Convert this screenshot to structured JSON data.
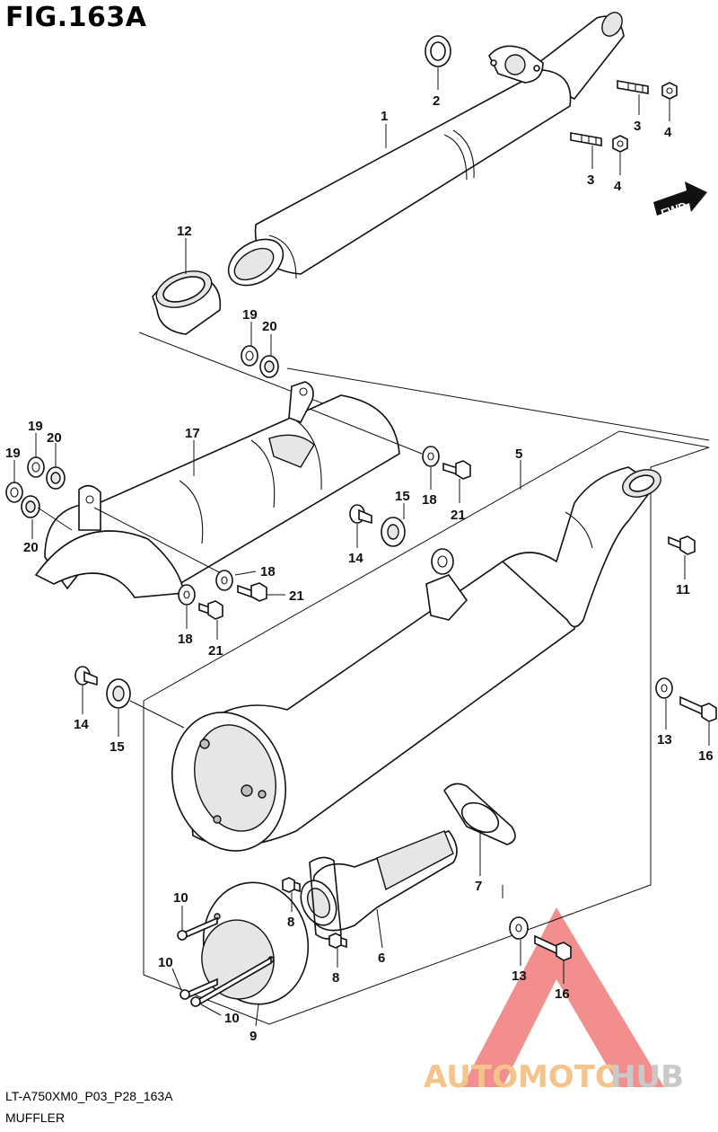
{
  "figure": {
    "title": "FIG.163A",
    "code": "LT-A750XM0_P03_P28_163A",
    "caption": "MUFFLER"
  },
  "fwd_label": "FWD",
  "watermark": {
    "text_a": "AUTOMOTO",
    "text_b": "HUB",
    "color_a": "#f4c48a",
    "color_b": "#c9c9c9",
    "logo_color": "#f07b7b"
  },
  "callouts": {
    "c1": "1",
    "c2": "2",
    "c3a": "3",
    "c3b": "3",
    "c4a": "4",
    "c4b": "4",
    "c5": "5",
    "c6": "6",
    "c7": "7",
    "c8a": "8",
    "c8b": "8",
    "c9": "9",
    "c10a": "10",
    "c10b": "10",
    "c10c": "10",
    "c11": "11",
    "c12": "12",
    "c13a": "13",
    "c13b": "13",
    "c14a": "14",
    "c14b": "14",
    "c15a": "15",
    "c15b": "15",
    "c16a": "16",
    "c16b": "16",
    "c17": "17",
    "c18a": "18",
    "c18b": "18",
    "c18c": "18",
    "c19a": "19",
    "c19b": "19",
    "c19c": "19",
    "c20a": "20",
    "c20b": "20",
    "c20c": "20",
    "c21a": "21",
    "c21b": "21",
    "c21c": "21"
  }
}
